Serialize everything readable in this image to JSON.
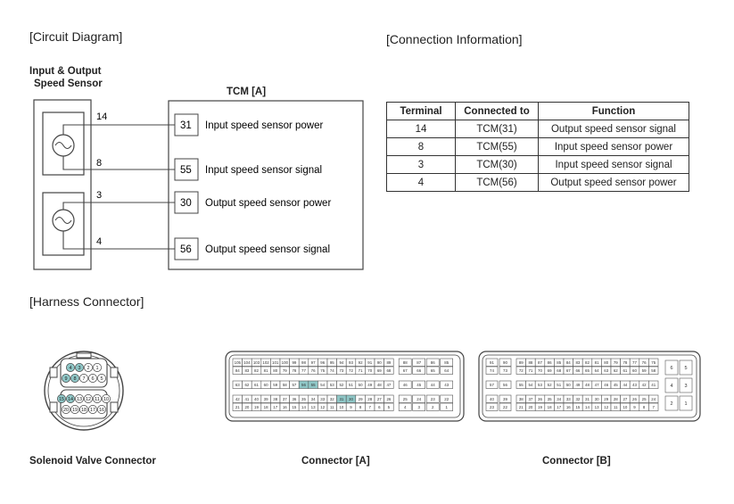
{
  "headings": {
    "circuit": "[Circuit Diagram]",
    "connection": "[Connection Information]",
    "harness": "[Harness Connector]"
  },
  "sensor": {
    "title_line1": "Input & Output",
    "title_line2": "Speed Sensor",
    "pins": [
      "14",
      "8",
      "3",
      "4"
    ]
  },
  "tcm": {
    "title": "TCM [A]",
    "rows": [
      {
        "pin": "31",
        "label": "Input speed sensor power"
      },
      {
        "pin": "55",
        "label": "Input speed sensor signal"
      },
      {
        "pin": "30",
        "label": "Output speed sensor power"
      },
      {
        "pin": "56",
        "label": "Output speed sensor signal"
      }
    ]
  },
  "table": {
    "headers": [
      "Terminal",
      "Connected to",
      "Function"
    ],
    "rows": [
      [
        "14",
        "TCM(31)",
        "Output speed sensor signal"
      ],
      [
        "8",
        "TCM(55)",
        "Input speed sensor power"
      ],
      [
        "3",
        "TCM(30)",
        "Input speed sensor signal"
      ],
      [
        "4",
        "TCM(56)",
        "Output speed sensor power"
      ]
    ]
  },
  "solenoid": {
    "caption": "Solenoid Valve Connector",
    "row1": [
      "4",
      "3",
      "2",
      "1"
    ],
    "row2": [
      "9",
      "8",
      "7",
      "6",
      "5"
    ],
    "row3": [
      "15",
      "14",
      "13",
      "12",
      "11",
      "10"
    ],
    "row4": [
      "20",
      "19",
      "18",
      "17",
      "16"
    ],
    "highlight": [
      "4",
      "3",
      "9",
      "8",
      "15",
      "14"
    ]
  },
  "connector_a": {
    "caption": "Connector [A]",
    "rows": [
      [
        "105",
        "104",
        "103",
        "102",
        "101",
        "100",
        "99",
        "98",
        "97",
        "96",
        "95",
        "94",
        "93",
        "92",
        "91",
        "90",
        "89",
        "88",
        "87",
        "86",
        "85"
      ],
      [
        "84",
        "83",
        "82",
        "81",
        "80",
        "79",
        "78",
        "77",
        "76",
        "75",
        "74",
        "73",
        "72",
        "71",
        "70",
        "69",
        "68",
        "67",
        "66",
        "65",
        "64"
      ],
      [
        "63",
        "62",
        "61",
        "60",
        "59",
        "58",
        "57",
        "56",
        "55",
        "54",
        "53",
        "52",
        "51",
        "50",
        "49",
        "48",
        "47",
        "46",
        "45",
        "44",
        "43"
      ],
      [
        "42",
        "41",
        "40",
        "39",
        "38",
        "37",
        "36",
        "35",
        "34",
        "33",
        "32",
        "31",
        "30",
        "29",
        "28",
        "27",
        "26",
        "25",
        "24",
        "23",
        "22"
      ],
      [
        "21",
        "20",
        "19",
        "18",
        "17",
        "16",
        "15",
        "14",
        "13",
        "12",
        "11",
        "10",
        "9",
        "8",
        "7",
        "6",
        "5",
        "4",
        "3",
        "2",
        "1"
      ]
    ],
    "highlight": [
      "56",
      "55",
      "31",
      "30"
    ]
  },
  "connector_b": {
    "caption": "Connector [B]",
    "rows": [
      [
        "91",
        "90",
        "89",
        "88",
        "87",
        "86",
        "85",
        "84",
        "83",
        "82",
        "81",
        "80",
        "79",
        "78",
        "77",
        "76",
        "75"
      ],
      [
        "74",
        "73",
        "72",
        "71",
        "70",
        "69",
        "68",
        "67",
        "66",
        "65",
        "64",
        "63",
        "62",
        "61",
        "60",
        "59",
        "58"
      ],
      [
        "57",
        "56",
        "55",
        "54",
        "53",
        "52",
        "51",
        "50",
        "49",
        "48",
        "47",
        "46",
        "45",
        "44",
        "43",
        "42",
        "41"
      ],
      [
        "40",
        "39",
        "38",
        "37",
        "36",
        "35",
        "34",
        "33",
        "32",
        "31",
        "30",
        "29",
        "28",
        "27",
        "26",
        "25",
        "24"
      ],
      [
        "23",
        "22",
        "21",
        "20",
        "19",
        "18",
        "17",
        "16",
        "15",
        "14",
        "13",
        "12",
        "11",
        "10",
        "9",
        "8",
        "7"
      ]
    ],
    "side": [
      "6",
      "5",
      "4",
      "3",
      "2",
      "1"
    ]
  }
}
